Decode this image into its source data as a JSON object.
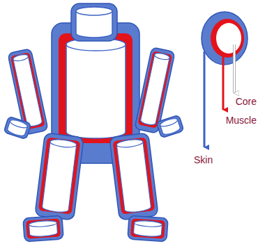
{
  "diagram": {
    "labels": [
      "Core",
      "Muscle",
      "Skin"
    ]
  }
}
